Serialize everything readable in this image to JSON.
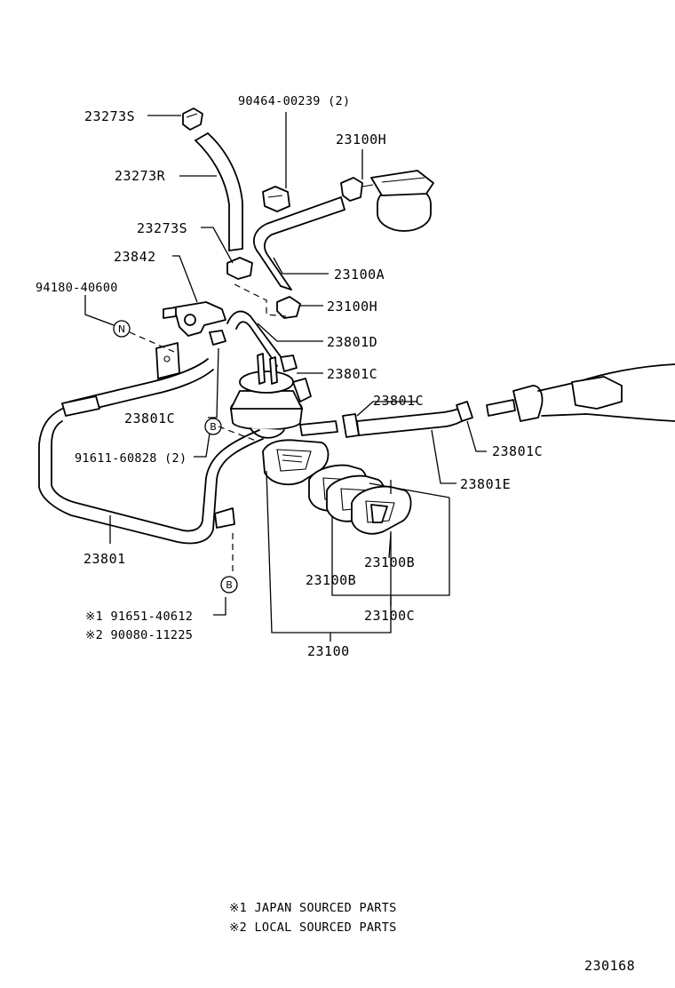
{
  "labels": {
    "p23273S_top": "23273S",
    "p90464": "90464-00239 (2)",
    "p23100H_top": "23100H",
    "p23273R": "23273R",
    "p23273S_mid": "23273S",
    "p23842": "23842",
    "p23100A": "23100A",
    "p94180": "94180-40600",
    "p23100H_mid": "23100H",
    "p23801D": "23801D",
    "p23801C_a": "23801C",
    "p23801C_b": "23801C",
    "p23801C_c": "23801C",
    "p23801C_d": "23801C",
    "p91611": "91611-60828 (2)",
    "p23801E": "23801E",
    "p23801": "23801",
    "p23100B_right": "23100B",
    "p23100B_left": "23100B",
    "p23100C": "23100C",
    "p91651": "※1 91651-40612",
    "p90080": "※2 90080-11225",
    "p23100": "23100"
  },
  "markers": {
    "N": "N",
    "B1": "B",
    "B2": "B"
  },
  "footnotes": {
    "note1": "※1 JAPAN SOURCED PARTS",
    "note2": "※2 LOCAL SOURCED PARTS"
  },
  "diagram_id": "230168"
}
